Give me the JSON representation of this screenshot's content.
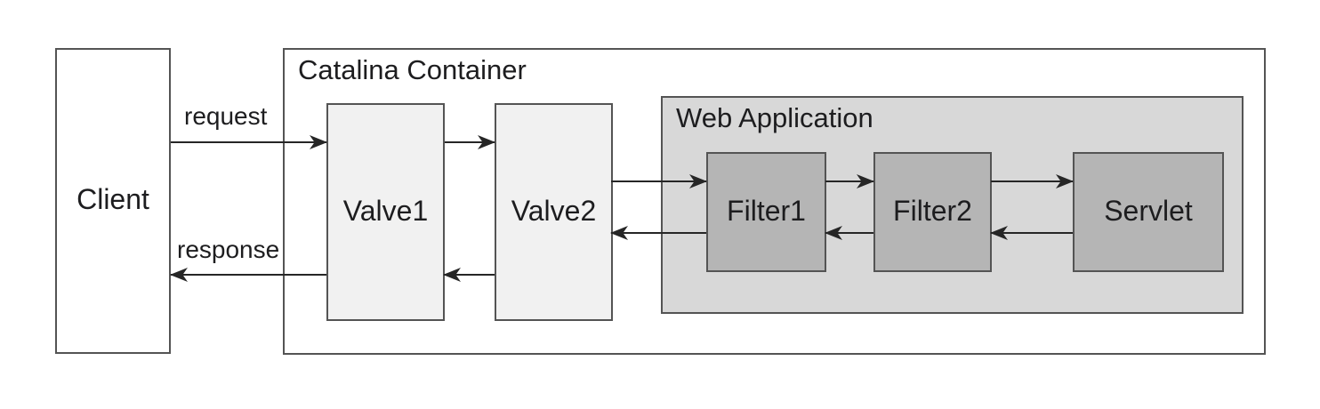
{
  "diagram": {
    "client": {
      "label": "Client"
    },
    "catalina_container": {
      "title": "Catalina Container",
      "valves": [
        {
          "label": "Valve1"
        },
        {
          "label": "Valve2"
        }
      ],
      "web_application": {
        "title": "Web Application",
        "components": [
          {
            "label": "Filter1"
          },
          {
            "label": "Filter2"
          },
          {
            "label": "Servlet"
          }
        ]
      }
    },
    "edges": {
      "request": "request",
      "response": "response"
    },
    "colors": {
      "valve_fill": "#f1f1f1",
      "webapp_fill": "#d8d8d8",
      "component_fill": "#b5b5b5",
      "border": "#545454",
      "arrow": "#262626",
      "text": "#1d1d1f",
      "bg": "#ffffff"
    }
  }
}
